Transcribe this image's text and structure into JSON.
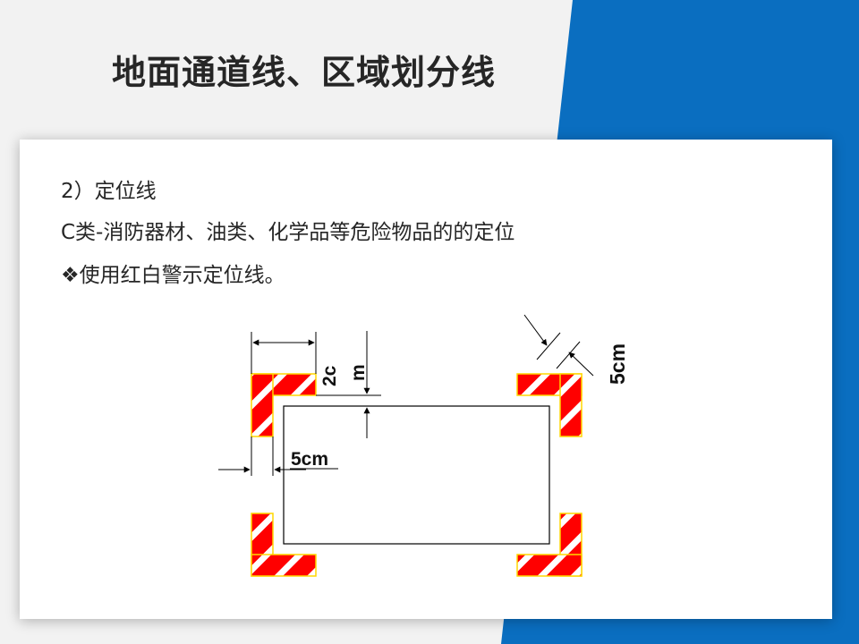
{
  "title": "地面通道线、区域划分线",
  "content": {
    "heading": "2）定位线",
    "line2": "C类-消防器材、油类、化学品等危险物品的的定位",
    "bullet_symbol": "❖",
    "bullet_text": "使用红白警示定位线。"
  },
  "diagram": {
    "label_2c": "2c",
    "label_m": "m",
    "label_5cm_bottom": "5cm",
    "label_5cm_right": "5cm"
  },
  "colors": {
    "accent_blue": "#0a6ec0",
    "stripe_red": "#ff0000",
    "stripe_border": "#ffd700",
    "text": "#262626"
  }
}
